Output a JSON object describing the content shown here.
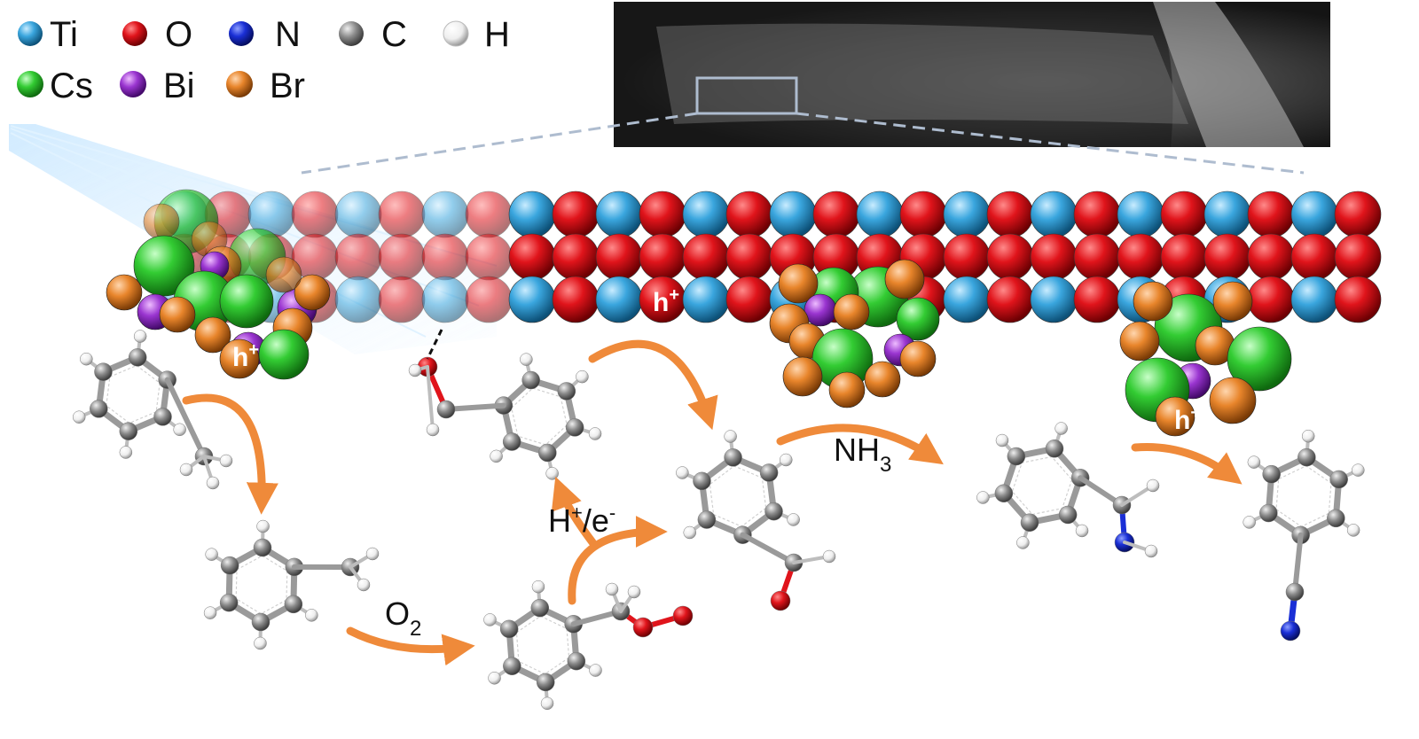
{
  "legend": [
    {
      "symbol": "Ti",
      "color": "#3aa6de",
      "size": "small"
    },
    {
      "symbol": "O",
      "color": "#e0141b",
      "size": "small"
    },
    {
      "symbol": "N",
      "color": "#1a2fd6",
      "size": "small"
    },
    {
      "symbol": "C",
      "color": "#8a8a8a",
      "size": "small"
    },
    {
      "symbol": "H",
      "color": "#f2f2f2",
      "size": "small"
    },
    {
      "symbol": "Cs",
      "color": "#33cc33",
      "size": "large"
    },
    {
      "symbol": "Bi",
      "color": "#9a35d0",
      "size": "large"
    },
    {
      "symbol": "Br",
      "color": "#e8852b",
      "size": "large"
    }
  ],
  "labels": {
    "hole": "h",
    "hole_charge": "+",
    "oxygen_main": "O",
    "oxygen_sub": "2",
    "proton_h": "H",
    "proton_plus": "+",
    "proton_slash": "/e",
    "proton_minus": "-",
    "ammonia_main": "NH",
    "ammonia_sub": "3"
  },
  "colors": {
    "arrow": "#ef8a3a",
    "ti": "#3aa6de",
    "o": "#e0141b",
    "carbon": "#8a8a8a",
    "hydrogen": "#f2f2f2",
    "nitrogen": "#1a2fd6",
    "cs": "#33cc33",
    "bi": "#9a35d0",
    "br": "#e8852b",
    "micrograph_box": "#aebccf"
  }
}
